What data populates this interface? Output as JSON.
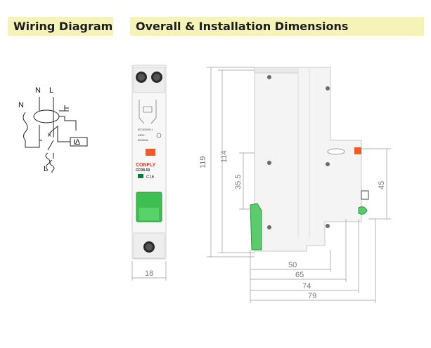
{
  "headers": {
    "wiring": "Wiring Diagram",
    "dimensions": "Overall & Installation Dimensions"
  },
  "wiring_labels": {
    "n_top": "N",
    "l_top": "L",
    "n_side": "N",
    "l_bottom": "L",
    "x_mark": "×",
    "test_box": "I∆"
  },
  "device": {
    "brand": "CONFLY",
    "model": "CFR8-50",
    "rating": "C16",
    "standard": "IEC61009-1",
    "voltage": "240V~",
    "frequency": "30/40Hz",
    "accent_color": "#3fbf52",
    "test_button_color": "#f05a28"
  },
  "dimensions": {
    "width": "18",
    "height_total": "119",
    "height_body": "114",
    "rail_height": "35.5",
    "front_height": "45",
    "depth_50": "50",
    "depth_65": "65",
    "depth_74": "74",
    "depth_79": "79"
  }
}
